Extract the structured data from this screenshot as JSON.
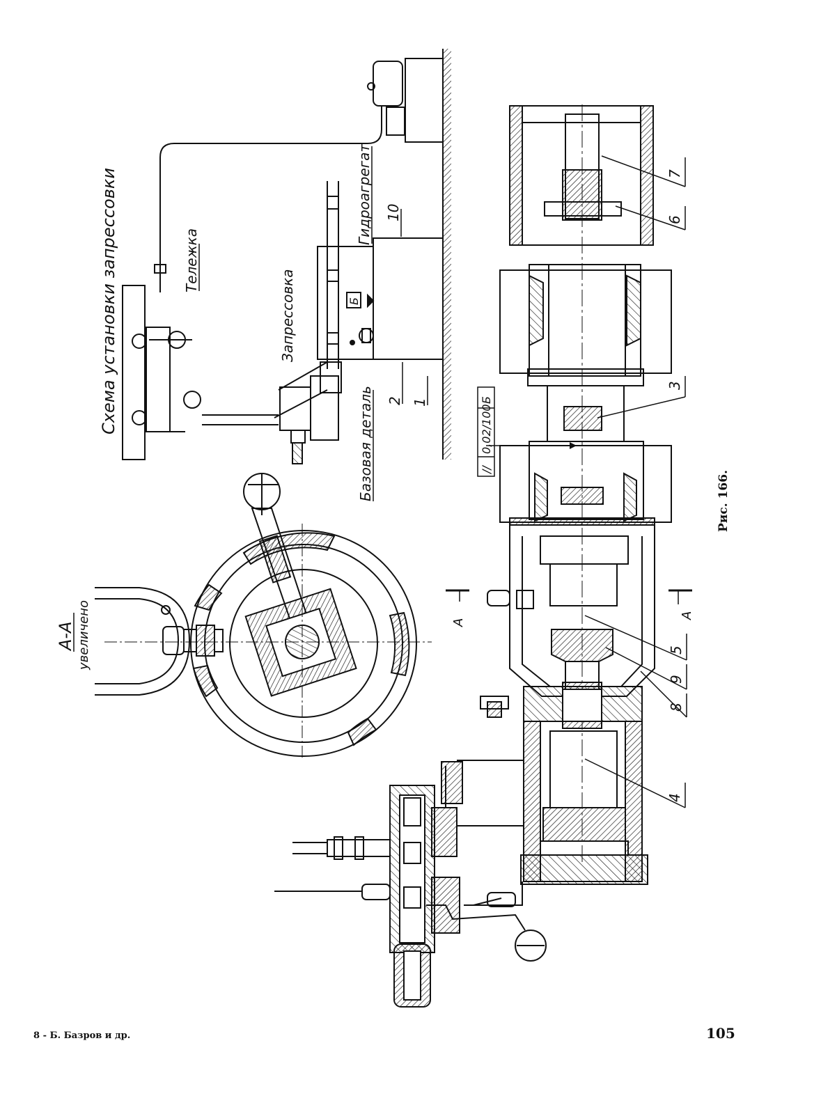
{
  "scheme": {
    "title": "Схема установки запрессовки",
    "labels": {
      "cart": "Тележка",
      "pressing": "Запрессовка",
      "hydro_unit": "Гидроагрегат",
      "base_part": "Базовая деталь",
      "datum_letter": "Б"
    },
    "callouts": [
      "10",
      "2",
      "1"
    ]
  },
  "section": {
    "title": "А-А",
    "subtitle": "увеличено"
  },
  "main_view": {
    "tolerance": {
      "symbol": "//",
      "value": "0,02/100",
      "datum": "Б"
    },
    "section_marks": [
      "А",
      "А"
    ],
    "callouts": [
      "7",
      "6",
      "3",
      "5",
      "9",
      "8",
      "4"
    ]
  },
  "caption": "Рис. 166.",
  "footer": {
    "left_text": "8 - Б. Базров и др.",
    "page_number": "105"
  },
  "colors": {
    "ink": "#111111",
    "paper": "#ffffff"
  }
}
